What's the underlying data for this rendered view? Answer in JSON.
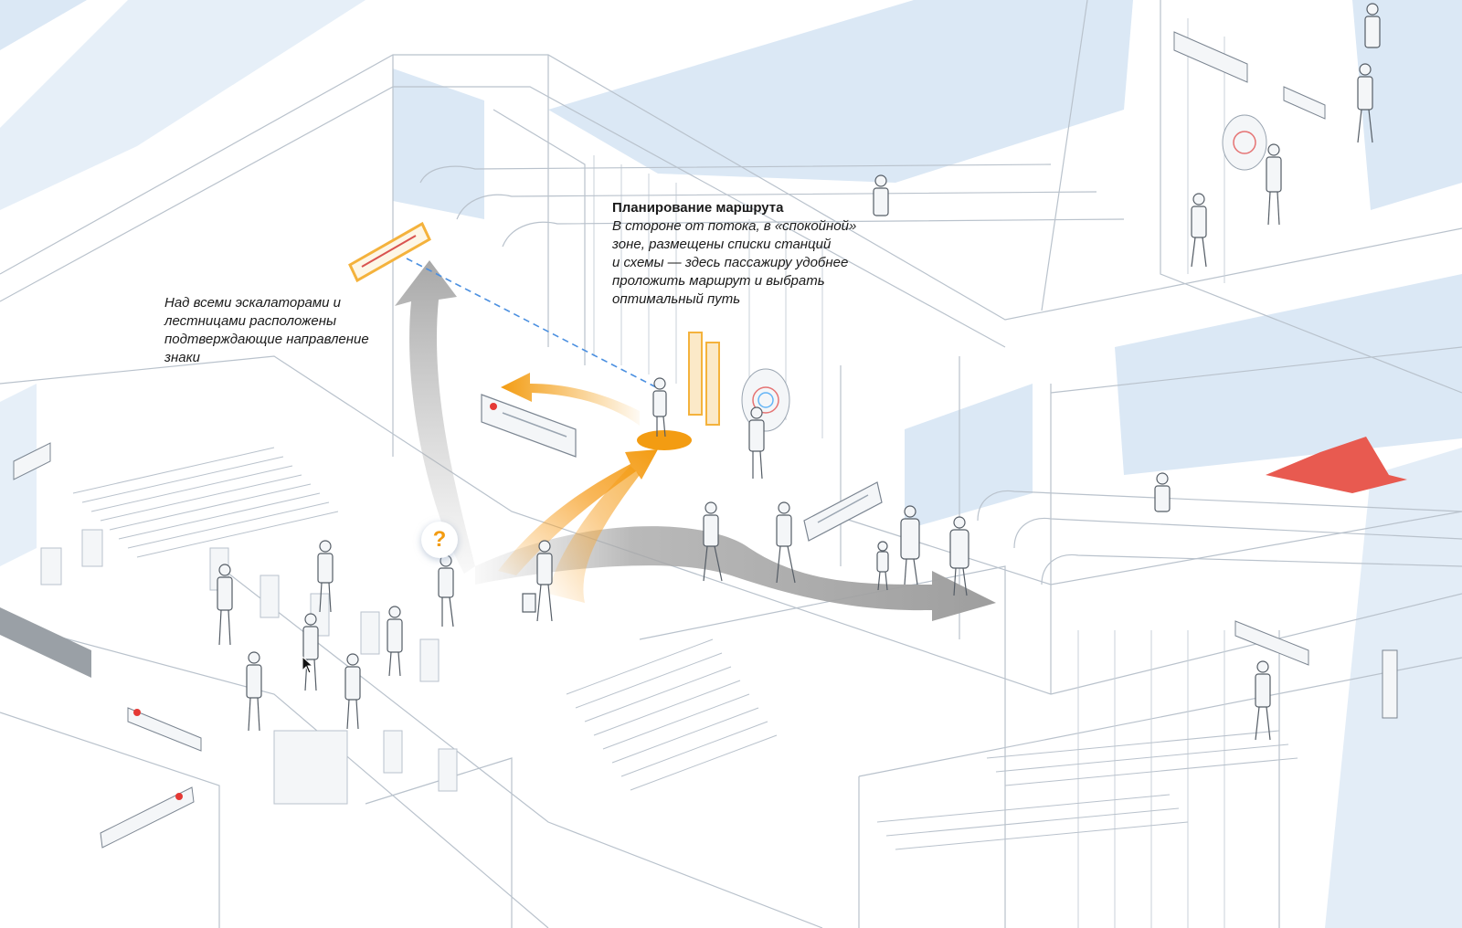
{
  "annotations": {
    "escalator_signs": {
      "lines": [
        "Над всеми эскалаторами и",
        "лестницами расположены",
        "подтверждающие направление",
        "знаки"
      ]
    },
    "route_planning": {
      "title": "Планирование маршрута",
      "lines": [
        "В стороне от потока, в «спокойной»",
        "зоне, размещены списки станций",
        "и схемы — здесь пассажиру удобнее",
        "проложить маршрут и выбрать",
        "оптимальный путь"
      ]
    }
  },
  "question_marker": {
    "symbol": "?"
  },
  "icons": [
    "question-mark-icon",
    "metro-logo-icon",
    "cursor-arrow-icon",
    "direction-arrow-icon"
  ],
  "colors": {
    "accent_orange": "#f39c12",
    "flow_gray": "#a8a8a8",
    "glass_blue": "#dbe8f5",
    "line_gray": "#b9c2cc",
    "metro_red": "#e53935",
    "dashed_blue": "#4a8fe0"
  }
}
